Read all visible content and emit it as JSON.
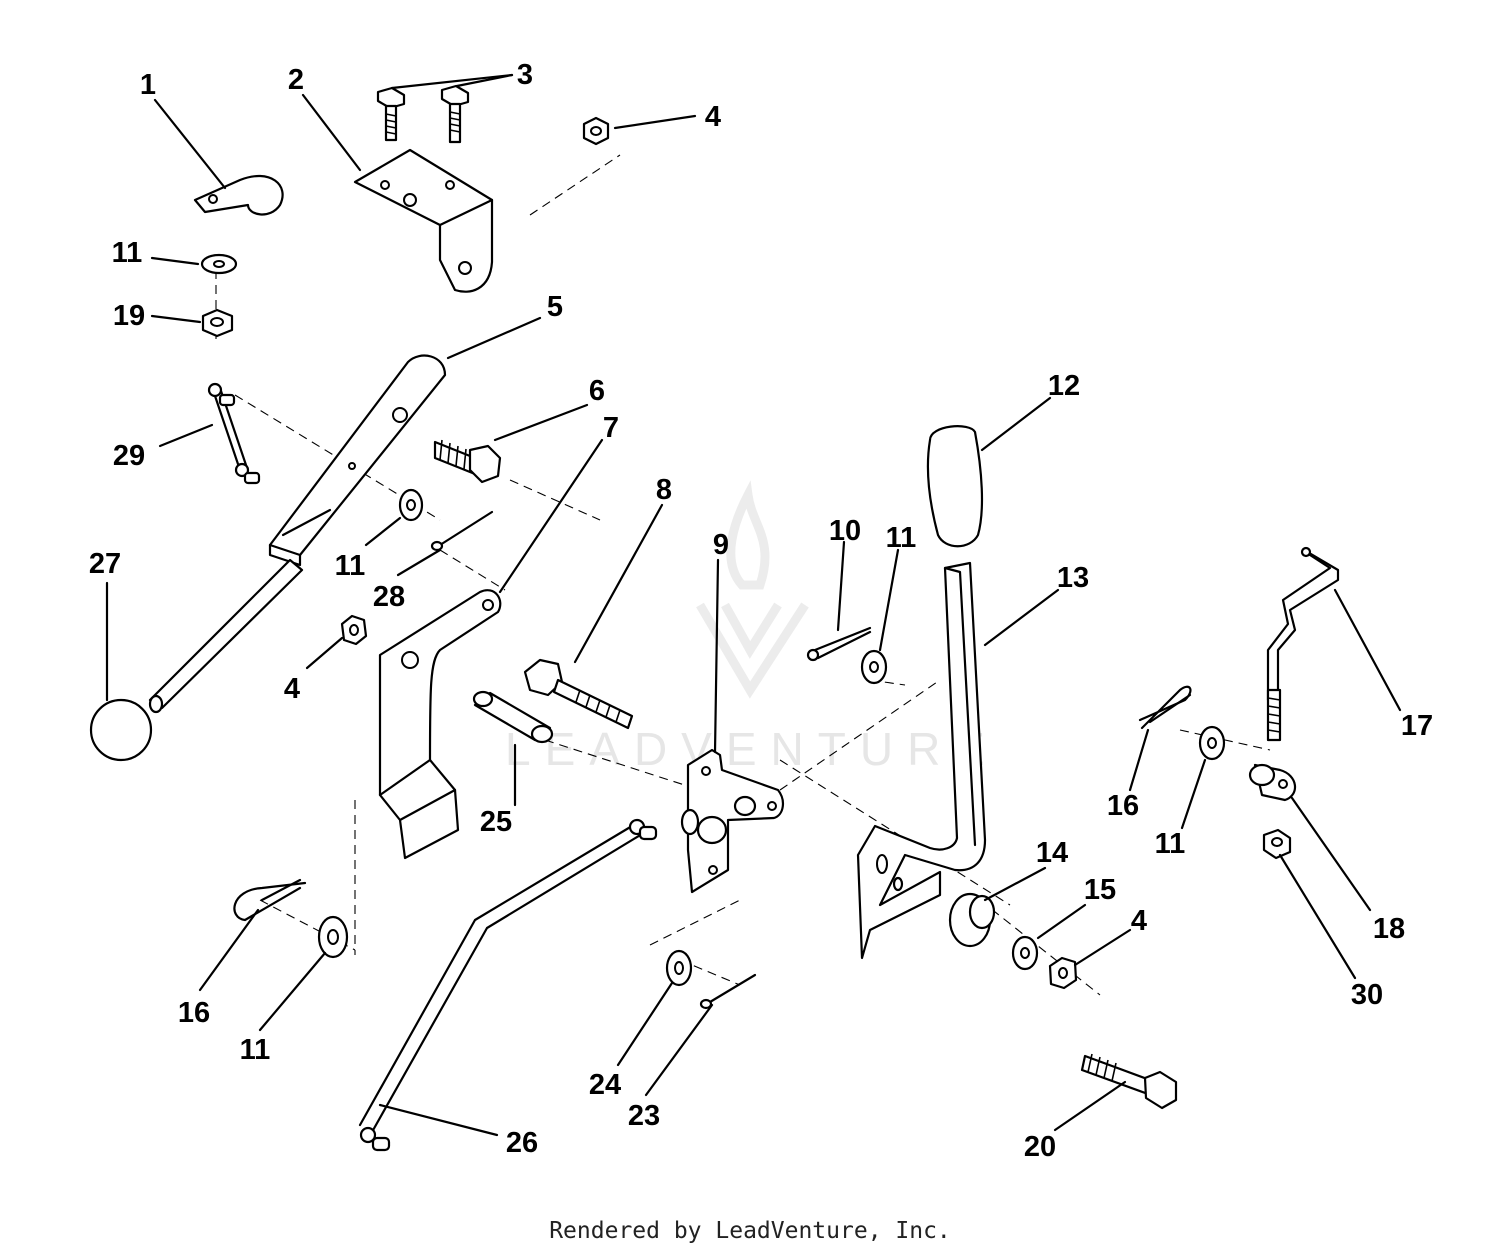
{
  "watermark": {
    "text": "LEADVENTURE"
  },
  "footer": {
    "text": "Rendered by LeadVenture, Inc."
  },
  "callouts": [
    {
      "id": "c1",
      "label": "1"
    },
    {
      "id": "c2",
      "label": "2"
    },
    {
      "id": "c3",
      "label": "3"
    },
    {
      "id": "c4a",
      "label": "4"
    },
    {
      "id": "c4b",
      "label": "4"
    },
    {
      "id": "c4c",
      "label": "4"
    },
    {
      "id": "c5",
      "label": "5"
    },
    {
      "id": "c6",
      "label": "6"
    },
    {
      "id": "c7",
      "label": "7"
    },
    {
      "id": "c8",
      "label": "8"
    },
    {
      "id": "c9",
      "label": "9"
    },
    {
      "id": "c10",
      "label": "10"
    },
    {
      "id": "c11a",
      "label": "11"
    },
    {
      "id": "c11b",
      "label": "11"
    },
    {
      "id": "c11c",
      "label": "11"
    },
    {
      "id": "c11d",
      "label": "11"
    },
    {
      "id": "c11e",
      "label": "11"
    },
    {
      "id": "c12",
      "label": "12"
    },
    {
      "id": "c13",
      "label": "13"
    },
    {
      "id": "c14",
      "label": "14"
    },
    {
      "id": "c15",
      "label": "15"
    },
    {
      "id": "c16a",
      "label": "16"
    },
    {
      "id": "c16b",
      "label": "16"
    },
    {
      "id": "c17",
      "label": "17"
    },
    {
      "id": "c18",
      "label": "18"
    },
    {
      "id": "c19",
      "label": "19"
    },
    {
      "id": "c20",
      "label": "20"
    },
    {
      "id": "c23",
      "label": "23"
    },
    {
      "id": "c24",
      "label": "24"
    },
    {
      "id": "c25",
      "label": "25"
    },
    {
      "id": "c26",
      "label": "26"
    },
    {
      "id": "c27",
      "label": "27"
    },
    {
      "id": "c28",
      "label": "28"
    },
    {
      "id": "c29",
      "label": "29"
    },
    {
      "id": "c30",
      "label": "30"
    }
  ]
}
